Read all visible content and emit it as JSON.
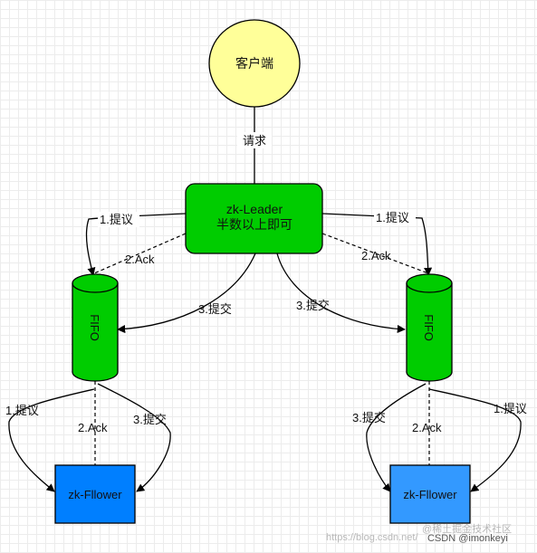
{
  "client": {
    "label": "客户端"
  },
  "request_label": "请求",
  "leader": {
    "line1": "zk-Leader",
    "line2": "半数以上即可"
  },
  "fifo_left": {
    "label": "FIFO"
  },
  "fifo_right": {
    "label": "FIFO"
  },
  "follower_left": {
    "label": "zk-Fllower"
  },
  "follower_right": {
    "label": "zk-Fllower"
  },
  "labels": {
    "propose": "1.提议",
    "ack": "2.Ack",
    "commit": "3.提交"
  },
  "watermark": {
    "url": "https://blog.csdn.net/",
    "site": "@稀土掘金技术社区",
    "author": "CSDN @imonkeyi"
  },
  "colors": {
    "client_fill": "#ffff99",
    "leader_fill": "#00cc00",
    "fifo_fill": "#00cc00",
    "follower_left_fill": "#007fff",
    "follower_right_fill": "#3399ff"
  }
}
